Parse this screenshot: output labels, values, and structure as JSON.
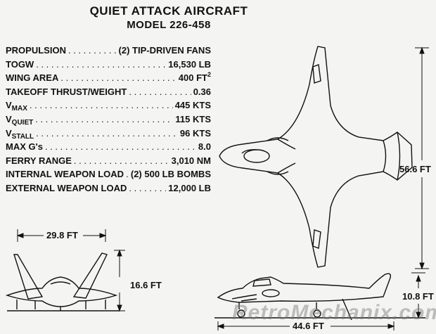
{
  "title": "QUIET ATTACK AIRCRAFT",
  "subtitle": "MODEL 226-458",
  "specs": [
    {
      "label": "PROPULSION",
      "value": "(2) TIP-DRIVEN FANS"
    },
    {
      "label": "TOGW",
      "value": "16,530 LB"
    },
    {
      "label": "WING AREA",
      "value": "400 FT",
      "value_sup": "2"
    },
    {
      "label": "TAKEOFF THRUST/WEIGHT",
      "value": "0.36"
    },
    {
      "label": "V",
      "label_sub": "MAX",
      "value": "445 KTS"
    },
    {
      "label": "V",
      "label_sub": "QUIET",
      "value": "115 KTS"
    },
    {
      "label": "V",
      "label_sub": "STALL",
      "value": "96 KTS"
    },
    {
      "label": "MAX G's",
      "value": "8.0"
    },
    {
      "label": "FERRY RANGE",
      "value": "3,010 NM"
    },
    {
      "label": "INTERNAL WEAPON LOAD",
      "value": "(2) 500 LB BOMBS"
    },
    {
      "label": "EXTERNAL WEAPON LOAD",
      "value": "12,000 LB"
    }
  ],
  "dimensions": {
    "span_front": "29.8 FT",
    "height_front": "16.6 FT",
    "length_plan": "56.6 FT",
    "height_side": "10.8 FT",
    "length_side": "44.6 FT"
  },
  "watermark": "RetroMechanix.com"
}
